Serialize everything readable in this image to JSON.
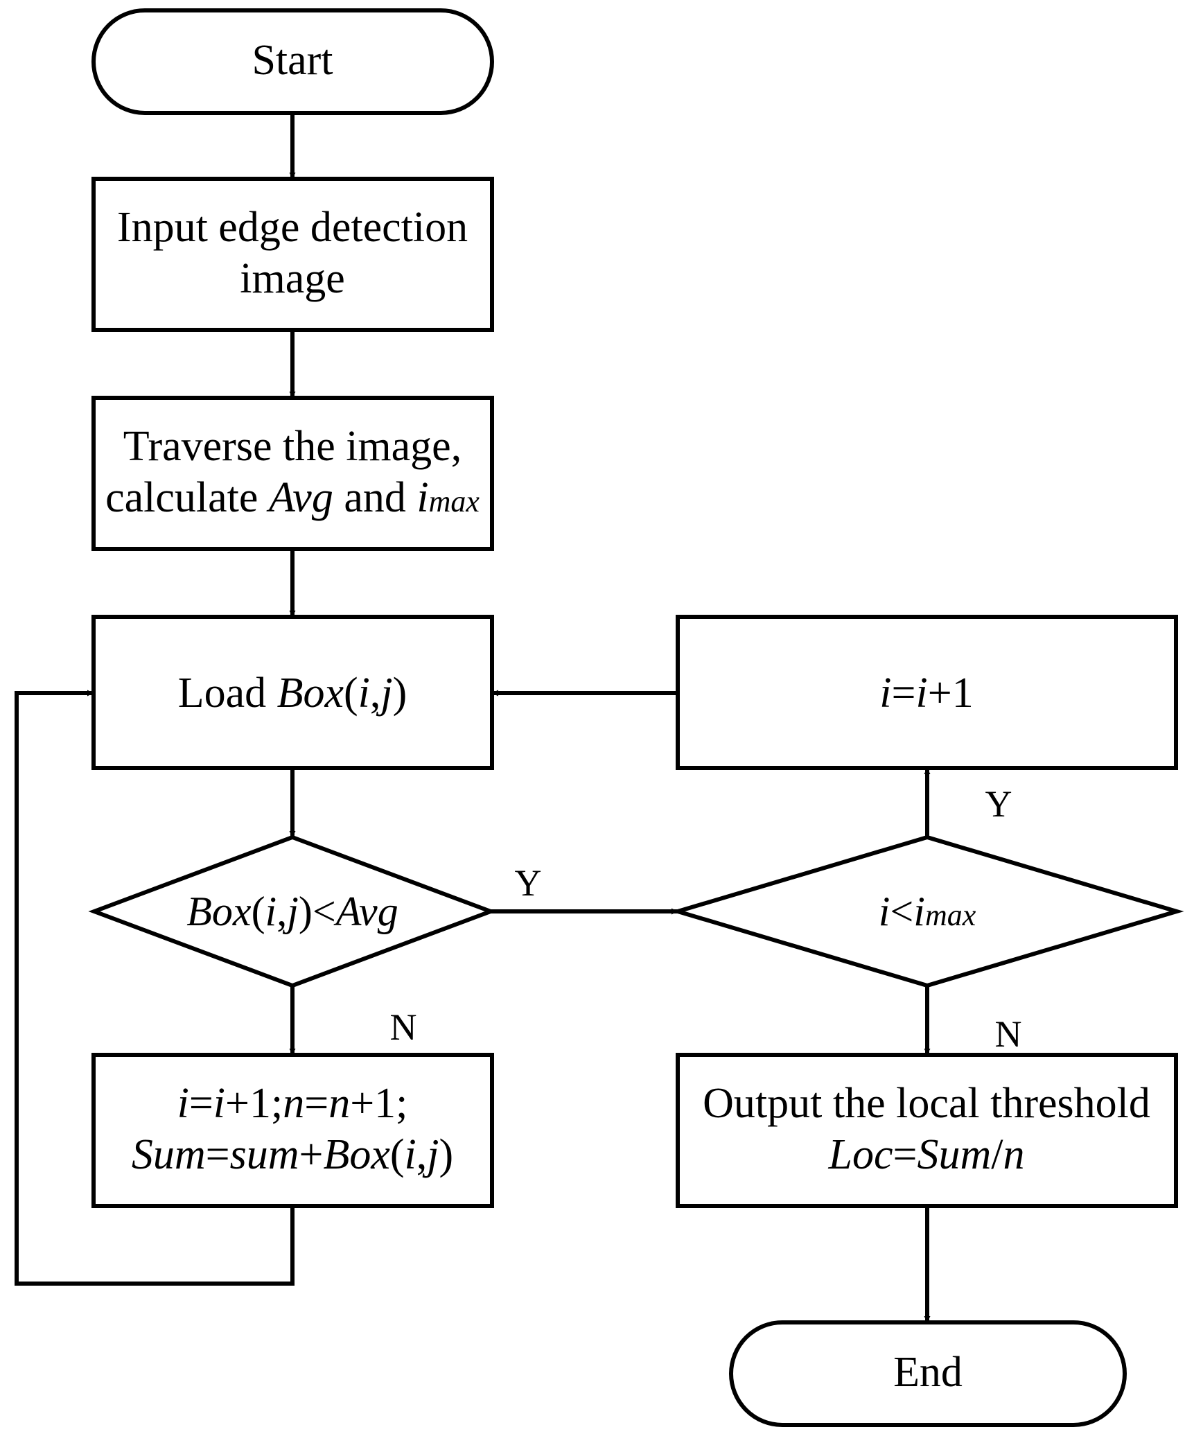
{
  "nodes": {
    "start": {
      "label": "Start"
    },
    "input_image": {
      "line1": "Input edge detection",
      "line2": "image"
    },
    "traverse": {
      "line1": "Traverse the image,",
      "line2_prefix": "calculate ",
      "avg": "Avg",
      "and": " and ",
      "i": "i",
      "max": "max"
    },
    "load_box": {
      "prefix": "Load ",
      "box": "Box",
      "paren_open": "(",
      "i": "i",
      "comma": ",",
      "j": "j",
      "paren_close": ")"
    },
    "increment_i": {
      "i1": "i",
      "eq": "=",
      "i2": "i",
      "plus_one": "+1"
    },
    "decision_box_avg": {
      "box": "Box",
      "paren_open": "(",
      "i": "i",
      "comma": ",",
      "j": "j",
      "paren_close": ")",
      "lt": "<",
      "avg": "Avg"
    },
    "decision_i_max": {
      "i": "i",
      "lt": "<",
      "i2": "i",
      "max": "max"
    },
    "accumulate": {
      "l1_i1": "i",
      "l1_eq1": "=",
      "l1_i2": "i",
      "l1_p1": "+1;",
      "l1_n1": "n",
      "l1_eq2": "=",
      "l1_n2": "n",
      "l1_p2": "+1;",
      "l2_sum1": "Sum",
      "l2_eq": "=",
      "l2_sum2": "sum",
      "l2_plus": "+",
      "l2_box": "Box",
      "l2_po": "(",
      "l2_i": "i",
      "l2_c": ",",
      "l2_j": "j",
      "l2_pc": ")"
    },
    "output": {
      "line1": "Output the local threshold",
      "loc": "Loc",
      "eq": "=",
      "sum": "Sum",
      "slash": "/",
      "n": "n"
    },
    "end": {
      "label": "End"
    }
  },
  "branch_labels": {
    "avg_yes": "Y",
    "avg_no": "N",
    "imax_yes": "Y",
    "imax_no": "N"
  },
  "colors": {
    "stroke": "#000000",
    "background": "#ffffff"
  }
}
